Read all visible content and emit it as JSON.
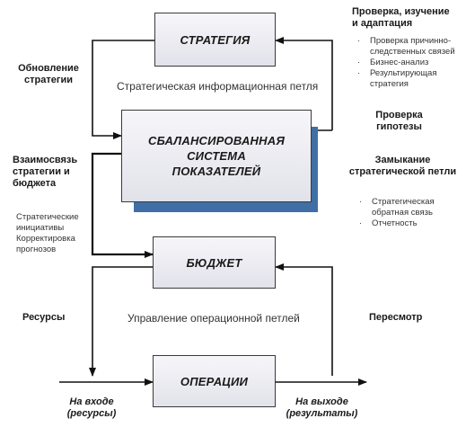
{
  "boxes": {
    "strategy": "СТРАТЕГИЯ",
    "bsc": "СБАЛАНСИРОВАННАЯ\nСИСТЕМА\nПОКАЗАТЕЛЕЙ",
    "budget": "БЮДЖЕТ",
    "operations": "ОПЕРАЦИИ"
  },
  "labels": {
    "strategic_loop": "Стратегическая информационная петля",
    "operational_loop": "Управление операционной петлей",
    "update_strategy": "Обновление\nстратегии",
    "link_strategy_budget": "Взаимосвязь\nстратегии и\nбюджета",
    "left_sub": "Стратегические\nинициативы\nКорректировка\nпрогнозов",
    "resources": "Ресурсы",
    "input": "На входе\n(ресурсы)",
    "output": "На выходе\n(результаты)",
    "review_title": "Проверка, изучение\nи адаптация",
    "review_items": [
      "Проверка причинно-\nследственных связей",
      "Бизнес-анализ",
      "Результирующая\nстратегия"
    ],
    "hypothesis": "Проверка\nгипотезы",
    "closing_loop": "Замыкание\nстратегической петли",
    "closing_items": [
      "Стратегическая\nобратная связь",
      "Отчетность"
    ],
    "revision": "Пересмотр"
  }
}
